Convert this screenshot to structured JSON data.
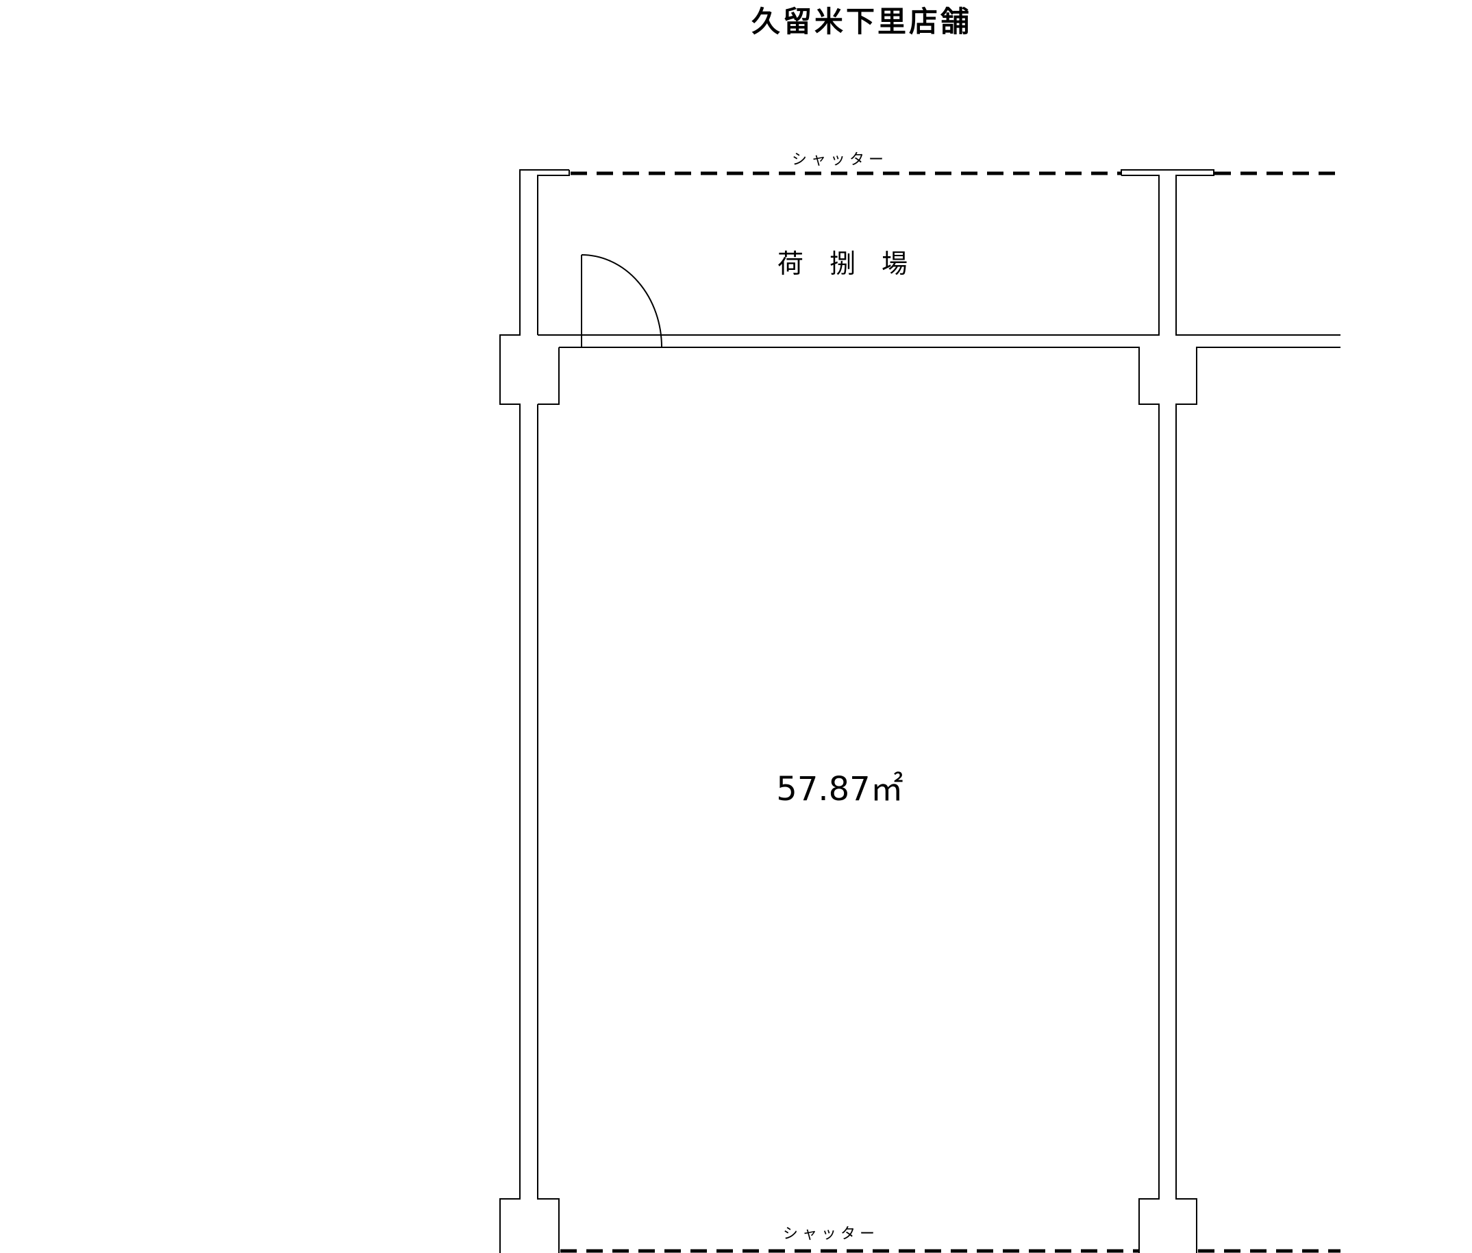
{
  "title": "久留米下里店舗",
  "rooms": {
    "loading_area": "荷　捌　場",
    "main_area": "57.87㎡"
  },
  "labels": {
    "shutter_top": "シャッター",
    "shutter_bottom": "シャッター"
  }
}
